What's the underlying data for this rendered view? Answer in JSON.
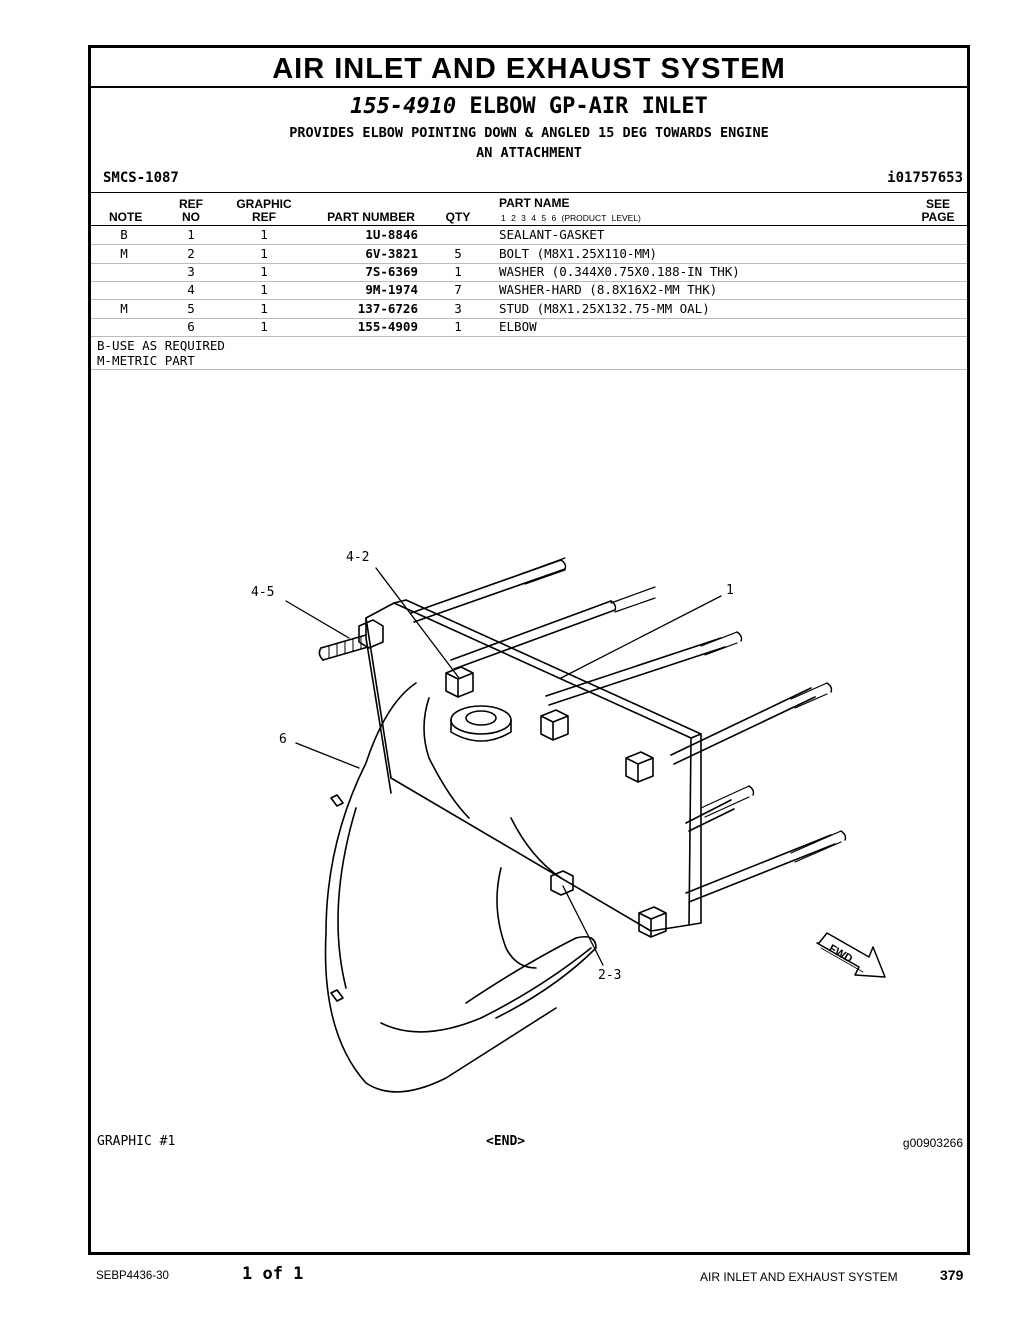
{
  "document": {
    "section_title": "AIR INLET AND EXHAUST SYSTEM",
    "group_part_number": "155-4910",
    "group_name": "ELBOW GP-AIR INLET",
    "description_line1": "PROVIDES ELBOW POINTING DOWN & ANGLED 15 DEG TOWARDS ENGINE",
    "description_line2": "AN ATTACHMENT",
    "smcs": "SMCS-1087",
    "info_id": "i01757653"
  },
  "table": {
    "headers": {
      "note": "NOTE",
      "ref_no_1": "REF",
      "ref_no_2": "NO",
      "graphic_ref_1": "GRAPHIC",
      "graphic_ref_2": "REF",
      "part_number": "PART NUMBER",
      "qty": "QTY",
      "part_name": "PART NAME",
      "product_level": "1  2  3  4  5  6  (PRODUCT LEVEL)",
      "see_page_1": "SEE",
      "see_page_2": "PAGE"
    },
    "rows": [
      {
        "note": "B",
        "ref": "1",
        "gref": "1",
        "part_number": "1U-8846",
        "qty": "",
        "name": "SEALANT-GASKET"
      },
      {
        "note": "M",
        "ref": "2",
        "gref": "1",
        "part_number": "6V-3821",
        "qty": "5",
        "name": "BOLT (M8X1.25X110-MM)"
      },
      {
        "note": "",
        "ref": "3",
        "gref": "1",
        "part_number": "7S-6369",
        "qty": "1",
        "name": "WASHER (0.344X0.75X0.188-IN THK)"
      },
      {
        "note": "",
        "ref": "4",
        "gref": "1",
        "part_number": "9M-1974",
        "qty": "7",
        "name": "WASHER-HARD (8.8X16X2-MM THK)"
      },
      {
        "note": "M",
        "ref": "5",
        "gref": "1",
        "part_number": "137-6726",
        "qty": "3",
        "name": "STUD (M8X1.25X132.75-MM OAL)"
      },
      {
        "note": "",
        "ref": "6",
        "gref": "1",
        "part_number": "155-4909",
        "qty": "1",
        "name": "ELBOW"
      }
    ],
    "notes": [
      "B-USE AS REQUIRED",
      "M-METRIC PART"
    ]
  },
  "graphic": {
    "callouts": [
      "4-2",
      "4-5",
      "1",
      "6",
      "2-3"
    ],
    "fwd_label": "FWD",
    "graphic_label": "GRAPHIC #1",
    "end_label": "<END>",
    "graphic_id": "g00903266"
  },
  "footer": {
    "doc_number": "SEBP4436-30",
    "page_of": "1 of 1",
    "section": "AIR INLET AND EXHAUST SYSTEM",
    "page_number": "379"
  }
}
